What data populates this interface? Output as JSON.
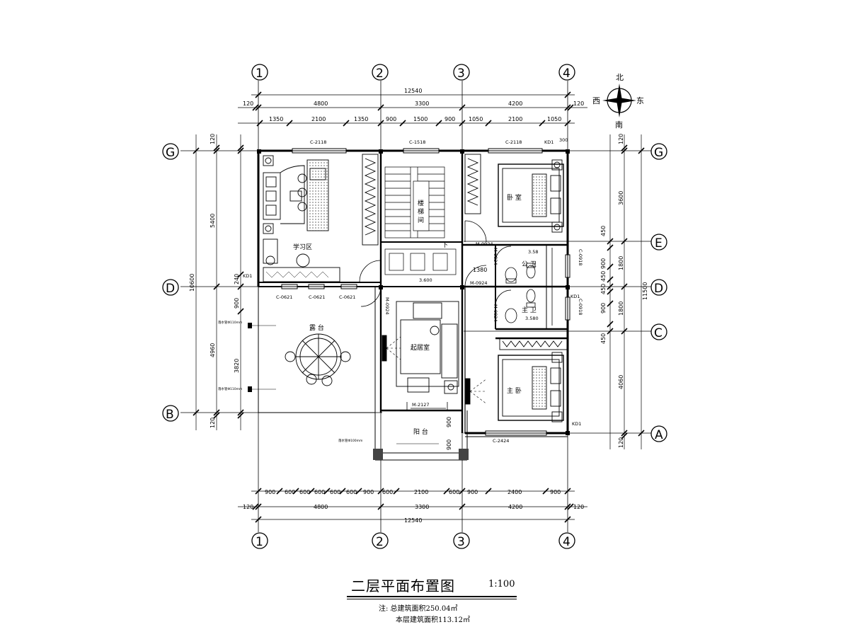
{
  "title": "二层平面布置图",
  "scale": "1:100",
  "notes": {
    "total_area": "注: 总建筑面积250.04㎡",
    "floor_area": "本层建筑面积113.12㎡"
  },
  "compass": {
    "north": "北",
    "south": "南",
    "east": "东",
    "west": "西"
  },
  "axes": {
    "col": [
      "1",
      "2",
      "3",
      "4"
    ],
    "row": [
      "G",
      "E",
      "D",
      "C",
      "B",
      "A"
    ]
  },
  "dims": {
    "total": "12540",
    "side": "120",
    "top_main": [
      "4800",
      "3300",
      "4200"
    ],
    "top_sub": [
      "1350",
      "2100",
      "1350",
      "900",
      "1500",
      "900",
      "1050",
      "2100",
      "1050"
    ],
    "bottom_sub": [
      "900",
      "600",
      "600",
      "600",
      "600",
      "600",
      "900",
      "600",
      "2100",
      "600",
      "900",
      "2400",
      "900"
    ],
    "left_outer": "10600",
    "left_mid": [
      "5400",
      "4960"
    ],
    "left_inner": [
      "120",
      "240",
      "900",
      "3820",
      "120"
    ],
    "right_outer": "11500",
    "right_inner": [
      "120",
      "3600",
      "450",
      "1800",
      "900",
      "450",
      "450",
      "900",
      "1800",
      "450",
      "4060",
      "120"
    ],
    "mid": [
      "1380",
      "300"
    ],
    "balcony": [
      "900",
      "900"
    ]
  },
  "rooms": {
    "study": "学习区",
    "stair_1": "楼",
    "stair_2": "梯",
    "stair_3": "间",
    "stair_down": "下",
    "terrace": "露 台",
    "living": "起居室",
    "balcony": "阳 台",
    "bedroom": "卧 室",
    "master_bedroom": "主 卧",
    "public_bath": "公 卫",
    "master_bath": "主 卫"
  },
  "levels": {
    "main": "3.600",
    "public_bath": "3.58",
    "master_bath": "3.580"
  },
  "windows": {
    "c2118_left": "C-2118",
    "c1518": "C-1518",
    "c2118_right": "C-2118",
    "c0621_a": "C-0621",
    "c0621_b": "C-0621",
    "c0621_c": "C-0621",
    "c0918_a": "C-0918",
    "c0918_b": "C-0918",
    "c2424": "C-2424"
  },
  "doors": {
    "m0924_a": "M-0924",
    "m0924_b": "M-0924",
    "m0924_c": "M-0924",
    "m0824_a": "M-0824",
    "m0824_b": "M-0824",
    "m2127": "M-2127",
    "kd1_a": "KD1",
    "kd1_b": "KD1",
    "kd1_c": "KD1",
    "kd1_d": "KD1"
  },
  "drains": {
    "terrace_a": "落水管Φ110mm",
    "terrace_b": "落水管Φ110mm",
    "balcony": "落水管Φ100mm"
  }
}
